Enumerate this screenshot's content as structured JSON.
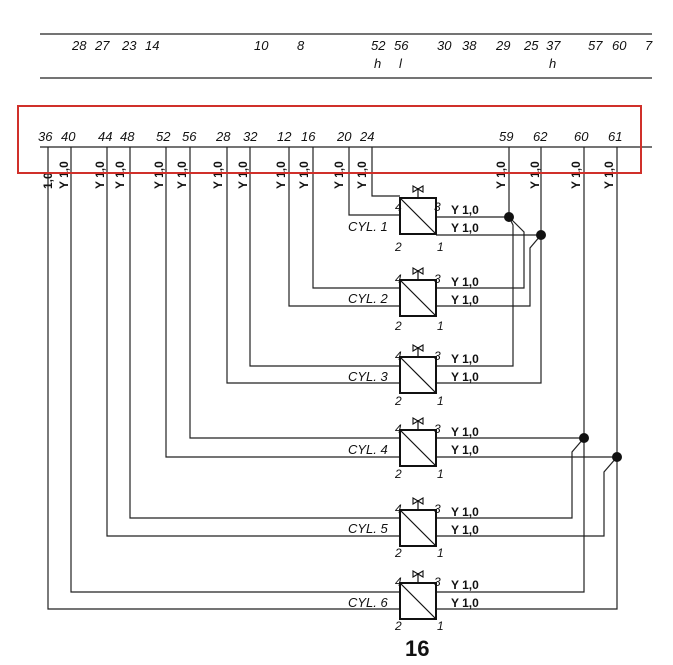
{
  "top_bus": {
    "numbers": [
      "28",
      "27",
      "23",
      "14",
      "10",
      "8",
      "52",
      "56",
      "30",
      "38",
      "29",
      "25",
      "37",
      "57",
      "60",
      "7"
    ],
    "sublabels": [
      "h",
      "l",
      "h"
    ]
  },
  "bus": {
    "numbers": [
      "36",
      "40",
      "44",
      "48",
      "52",
      "56",
      "28",
      "32",
      "12",
      "16",
      "20",
      "24",
      "59",
      "62",
      "60",
      "61"
    ],
    "wire_label": "Y 1,0",
    "wire_label_partial": "1,0"
  },
  "cylinders": [
    {
      "label": "CYL. 1",
      "pin_top_left": "4",
      "pin_top_right": "3",
      "pin_bottom_left": "2",
      "pin_bottom_right": "1",
      "out_top": "Y 1,0",
      "out_bottom": "Y 1,0"
    },
    {
      "label": "CYL. 2",
      "pin_top_left": "4",
      "pin_top_right": "3",
      "pin_bottom_left": "2",
      "pin_bottom_right": "1",
      "out_top": "Y 1,0",
      "out_bottom": "Y 1,0"
    },
    {
      "label": "CYL. 3",
      "pin_top_left": "4",
      "pin_top_right": "3",
      "pin_bottom_left": "2",
      "pin_bottom_right": "1",
      "out_top": "Y 1,0",
      "out_bottom": "Y 1,0"
    },
    {
      "label": "CYL. 4",
      "pin_top_left": "4",
      "pin_top_right": "3",
      "pin_bottom_left": "2",
      "pin_bottom_right": "1",
      "out_top": "Y 1,0",
      "out_bottom": "Y 1,0"
    },
    {
      "label": "CYL. 5",
      "pin_top_left": "4",
      "pin_top_right": "3",
      "pin_bottom_left": "2",
      "pin_bottom_right": "1",
      "out_top": "Y 1,0",
      "out_bottom": "Y 1,0"
    },
    {
      "label": "CYL. 6",
      "pin_top_left": "4",
      "pin_top_right": "3",
      "pin_bottom_left": "2",
      "pin_bottom_right": "1",
      "out_top": "Y 1,0",
      "out_bottom": "Y 1,0"
    }
  ],
  "page_number": "16",
  "highlight_color": "#d0302a"
}
